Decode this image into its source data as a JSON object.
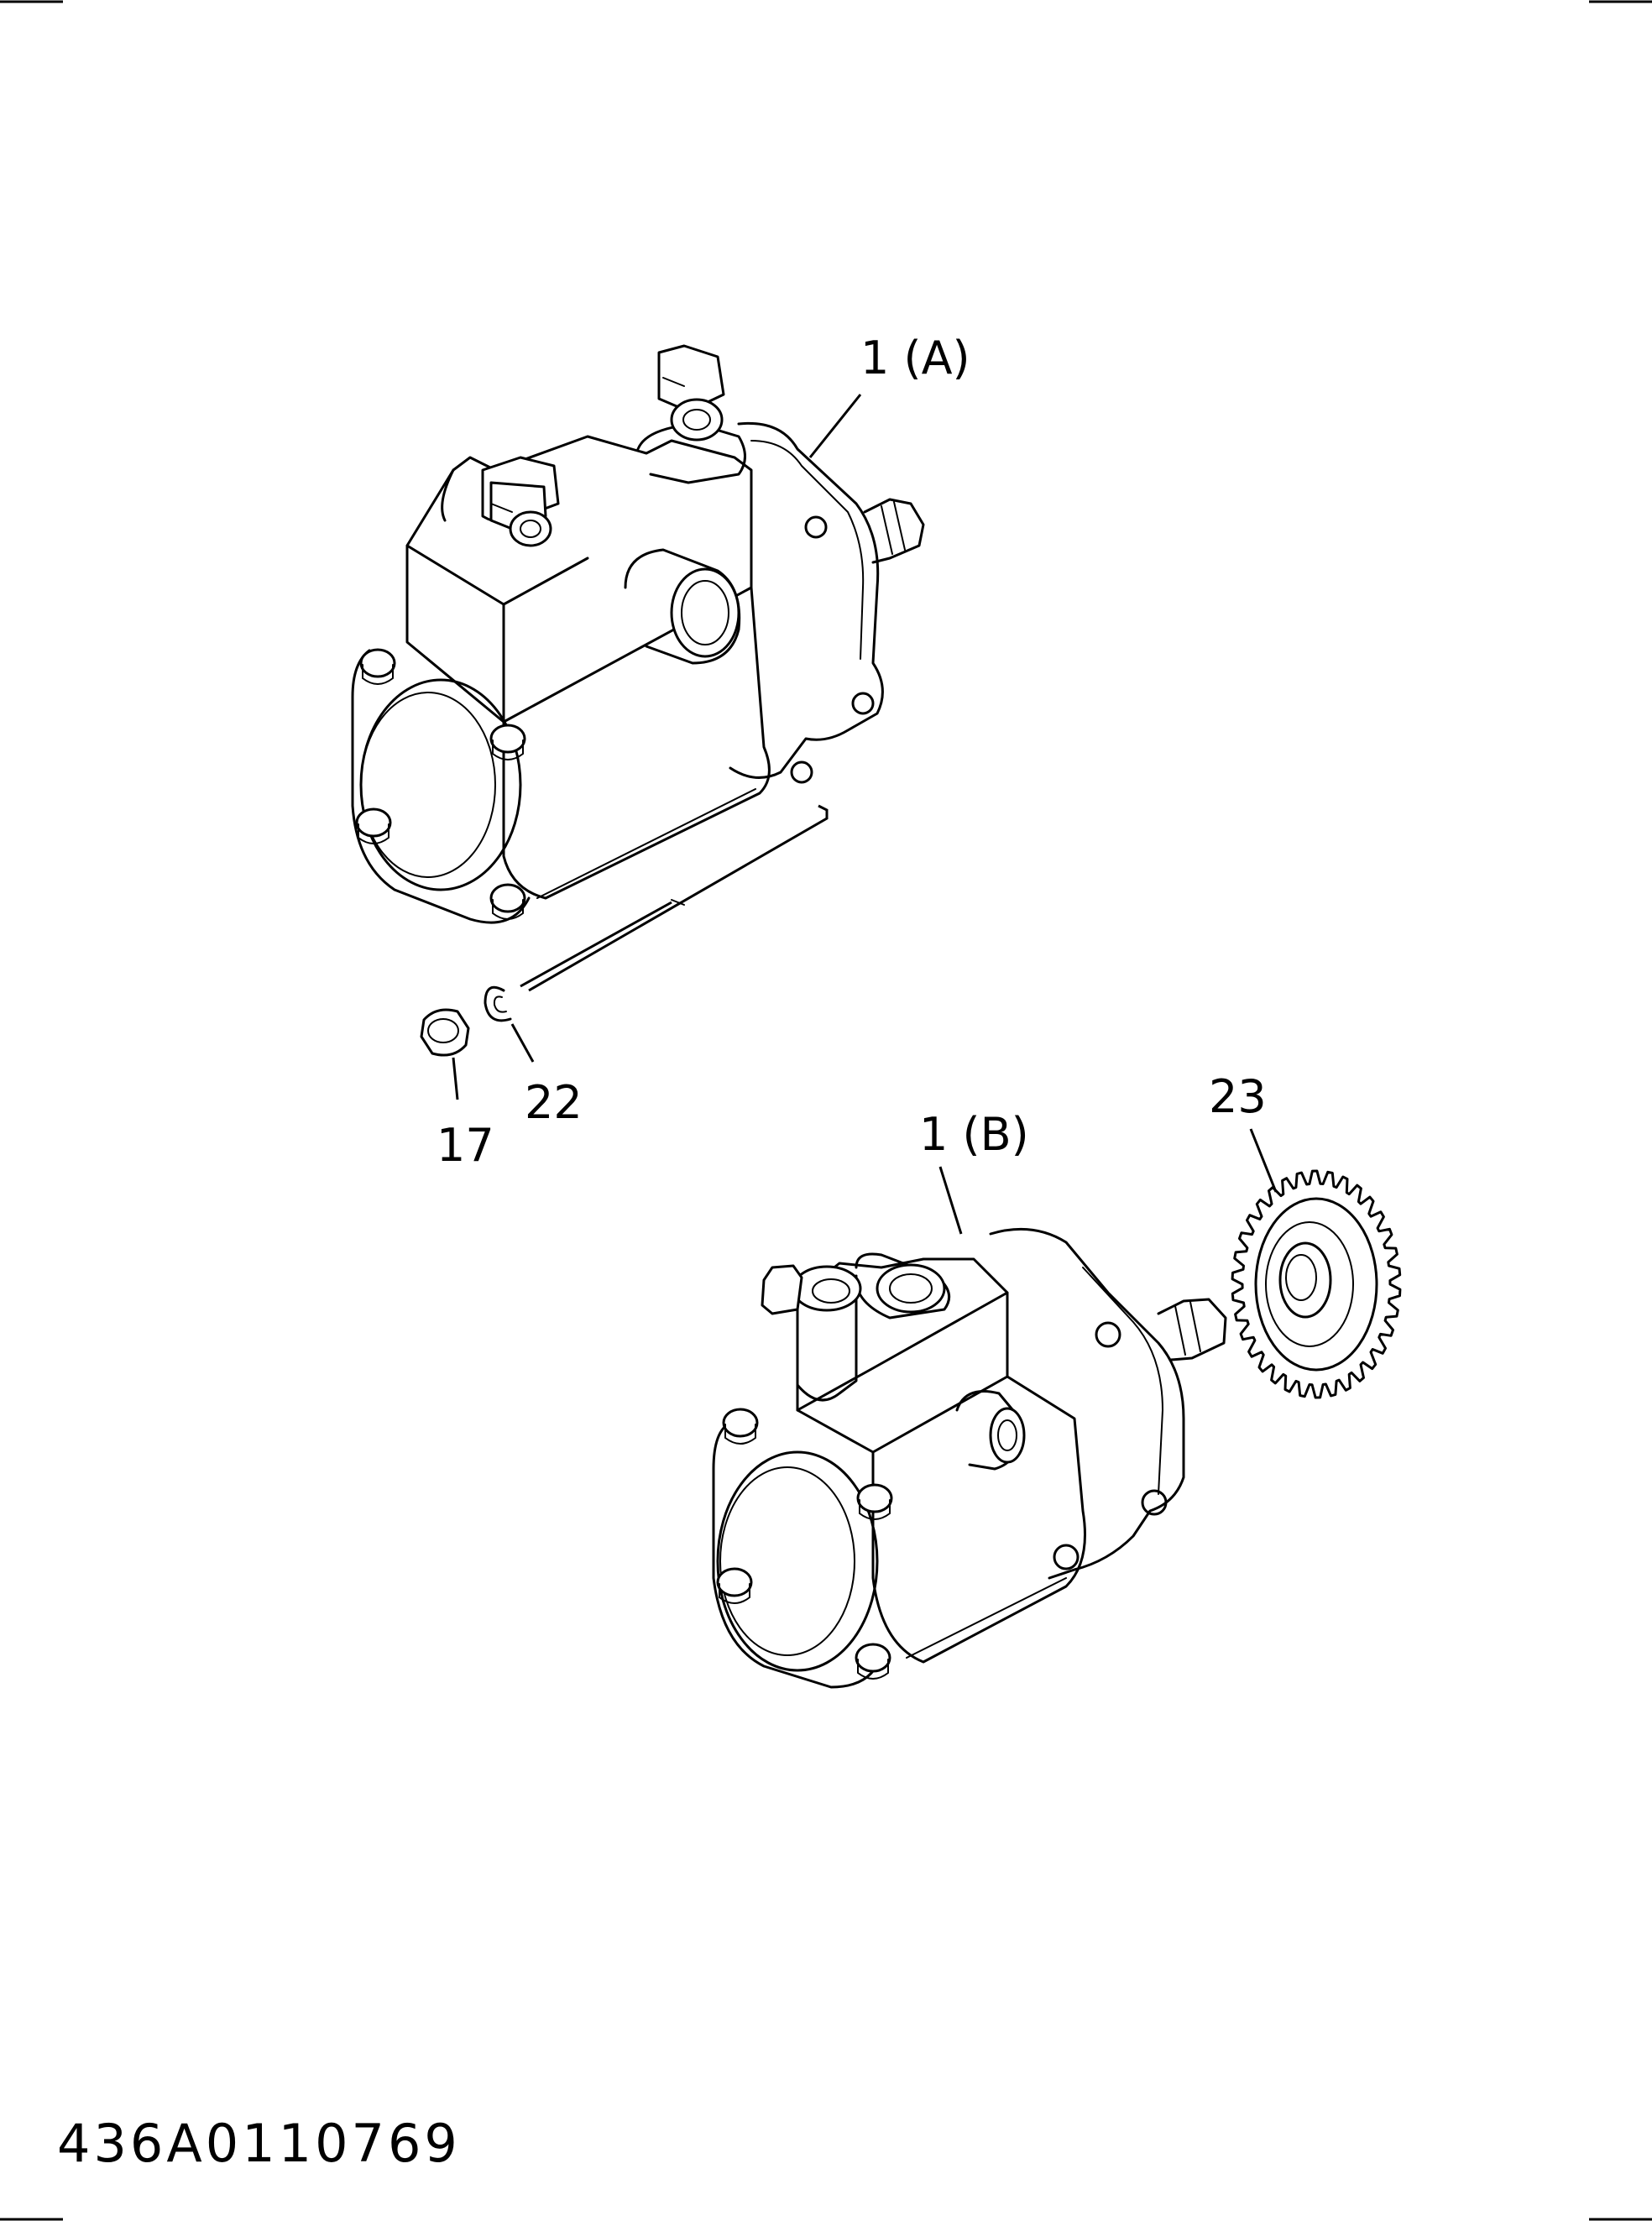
{
  "callouts": {
    "pump_a": "1 (A)",
    "nut": "17",
    "washer": "22",
    "pump_b": "1 (B)",
    "gear": "23"
  },
  "document_id": "436A0110769",
  "colors": {
    "ink": "#000000",
    "paper": "#ffffff"
  }
}
